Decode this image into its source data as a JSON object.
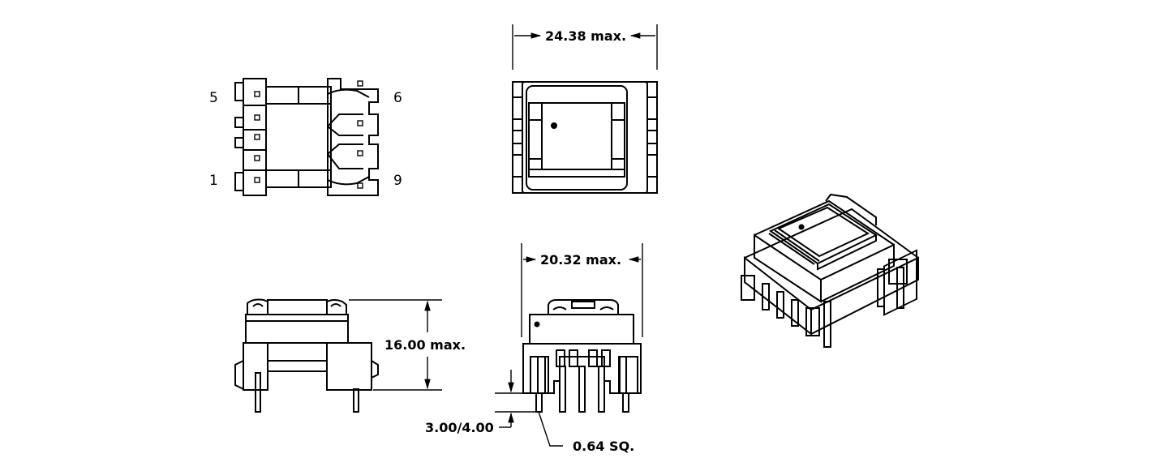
{
  "pins": {
    "top_left": "5",
    "bottom_left": "1",
    "top_right": "6",
    "bottom_right": "9"
  },
  "dimensions": {
    "top_width": "24.38 max.",
    "front_width": "20.32 max.",
    "height": "16.00 max.",
    "pin_length": "3.00/4.00",
    "pin_size": "0.64 SQ."
  }
}
